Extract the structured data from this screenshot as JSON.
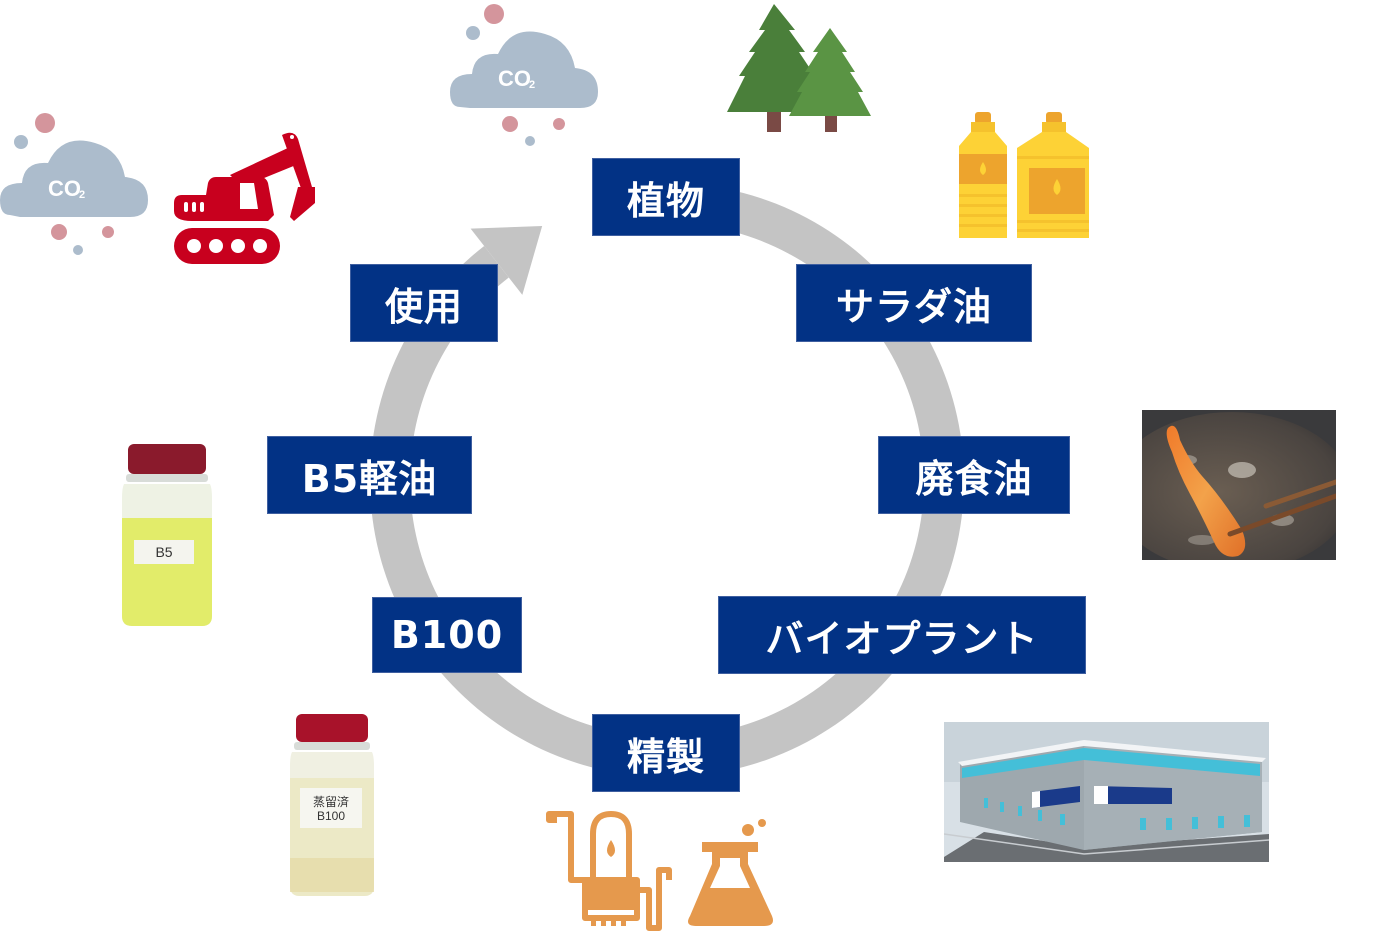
{
  "diagram": {
    "type": "cycle",
    "direction": "clockwise",
    "ring_color": "#c4c4c4",
    "label_bg": "#023285",
    "label_text": "#ffffff",
    "stages": [
      {
        "id": "plant",
        "label": "植物"
      },
      {
        "id": "salad-oil",
        "label": "サラダ油"
      },
      {
        "id": "waste-oil",
        "label": "廃食油"
      },
      {
        "id": "bio-plant",
        "label": "バイオプラント"
      },
      {
        "id": "refine",
        "label": "精製"
      },
      {
        "id": "b100",
        "label": "B100"
      },
      {
        "id": "b5-diesel",
        "label": "B5軽油"
      },
      {
        "id": "use",
        "label": "使用"
      }
    ],
    "arrow_target": "植物"
  },
  "illustrations": {
    "co2_cloud_text": "CO",
    "co2_subscript": "2",
    "b5_bottle_label": "B5",
    "b100_bottle_label_line1": "蒸留済",
    "b100_bottle_label_line2": "B100",
    "colors": {
      "cloud": "#acbccc",
      "dot_red": "#d4959c",
      "dot_blue": "#acbccc",
      "excavator": "#c8001e",
      "tree_dark": "#4a7f3a",
      "tree_light": "#5a9444",
      "trunk": "#7a4a45",
      "oil_yellow": "#fdd236",
      "oil_orange": "#eda42d",
      "refine_orange": "#e5994d"
    }
  }
}
